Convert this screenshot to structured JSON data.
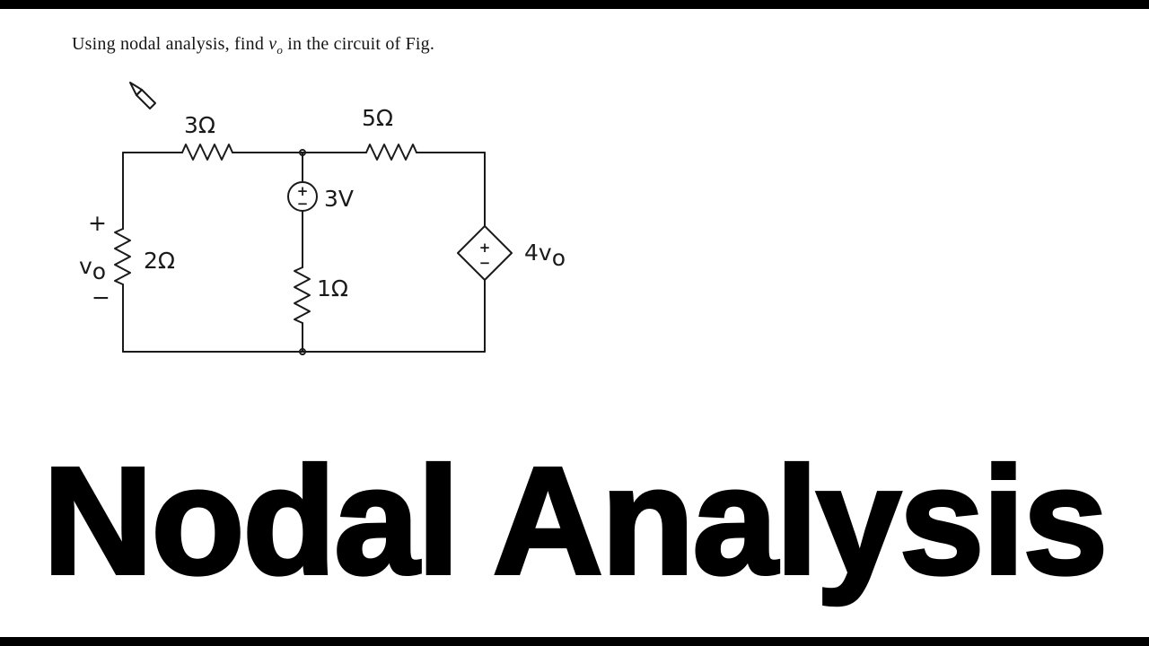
{
  "problem": {
    "prefix": "Using nodal analysis, find ",
    "var": "v",
    "var_sub": "o",
    "suffix": " in the circuit of Fig."
  },
  "circuit": {
    "resistor_top_left": "3Ω",
    "resistor_top_right": "5Ω",
    "voltage_source": "3V",
    "resistor_left": "2Ω",
    "resistor_middle": "1Ω",
    "dep_source_coeff": "4v",
    "dep_source_sub": "o",
    "vo_plus": "+",
    "vo_var": "v",
    "vo_sub": "o",
    "vo_minus": "−",
    "source_plus": "+",
    "source_minus": "−",
    "dep_plus": "+",
    "dep_minus": "−"
  },
  "icons": {
    "pencil": "pencil-icon"
  },
  "title": {
    "text": "Nodal Analysis"
  }
}
